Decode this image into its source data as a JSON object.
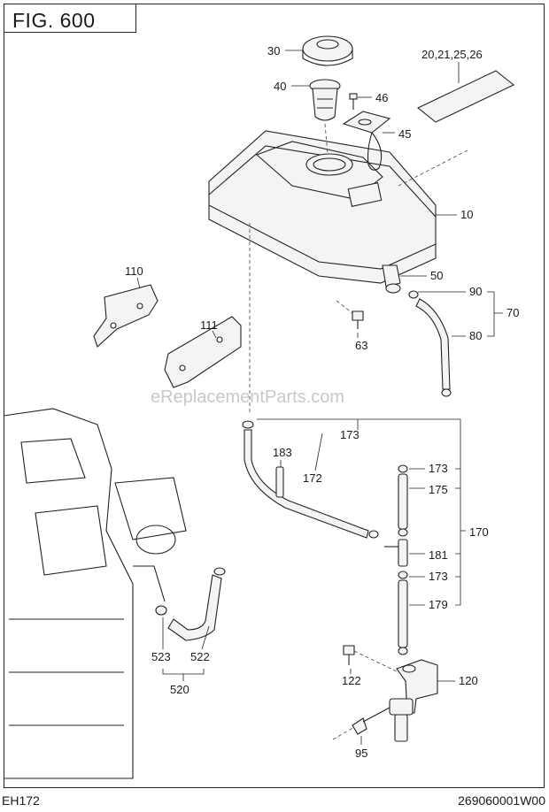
{
  "figure": {
    "title": "FIG. 600"
  },
  "footer": {
    "model": "EH172",
    "doc_number": "269060001W00"
  },
  "watermark": "eReplacementParts.com",
  "callouts": {
    "c30": "30",
    "c40": "40",
    "c46": "46",
    "c45": "45",
    "c20": "20,21,25,26",
    "c10": "10",
    "c50": "50",
    "c90": "90",
    "c70": "70",
    "c80": "80",
    "c63": "63",
    "c110": "110",
    "c111": "111",
    "c173a": "173",
    "c183": "183",
    "c172": "172",
    "c173b": "173",
    "c175": "175",
    "c170": "170",
    "c181": "181",
    "c173c": "173",
    "c179": "179",
    "c523": "523",
    "c522": "522",
    "c520": "520",
    "c122": "122",
    "c120": "120",
    "c95": "95"
  }
}
